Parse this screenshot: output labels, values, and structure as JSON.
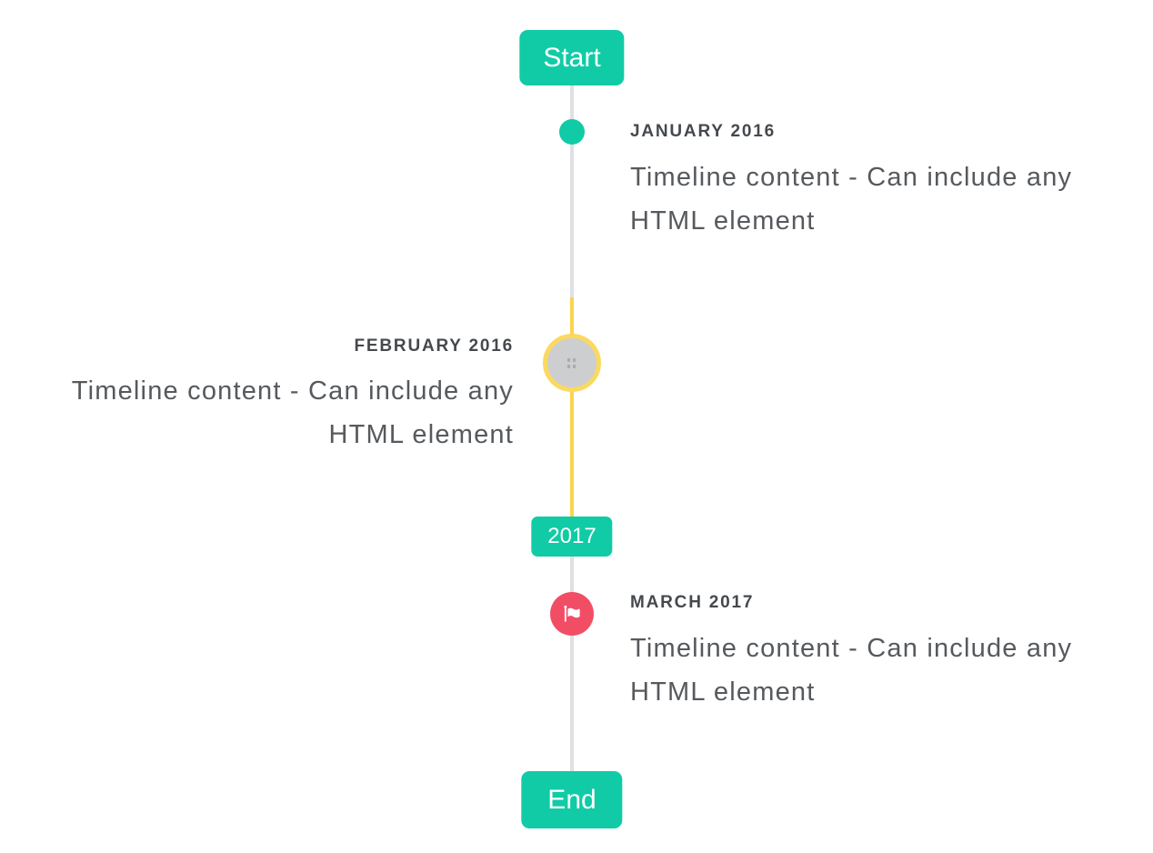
{
  "timeline": {
    "start_badge": "Start",
    "period_badge": "2017",
    "end_badge": "End",
    "events": [
      {
        "date_heading": "JANUARY 2016",
        "content": "Timeline content - Can include any HTML element",
        "side": "right",
        "marker": "teal-dot"
      },
      {
        "date_heading": "FEBRUARY 2016",
        "content": "Timeline content - Can include any HTML element",
        "side": "left",
        "marker": "image-placeholder-circle"
      },
      {
        "date_heading": "MARCH 2017",
        "content": "Timeline content - Can include any HTML element",
        "side": "right",
        "marker": "flag-circle"
      }
    ],
    "colors": {
      "accent_teal": "#10cba6",
      "flag_red": "#f14e66",
      "highlight_yellow": "#fbd44e",
      "line_gray": "#dfe0e1",
      "placeholder_gray": "#cdced0",
      "heading_text": "#45494e",
      "content_text": "#56595d"
    }
  }
}
